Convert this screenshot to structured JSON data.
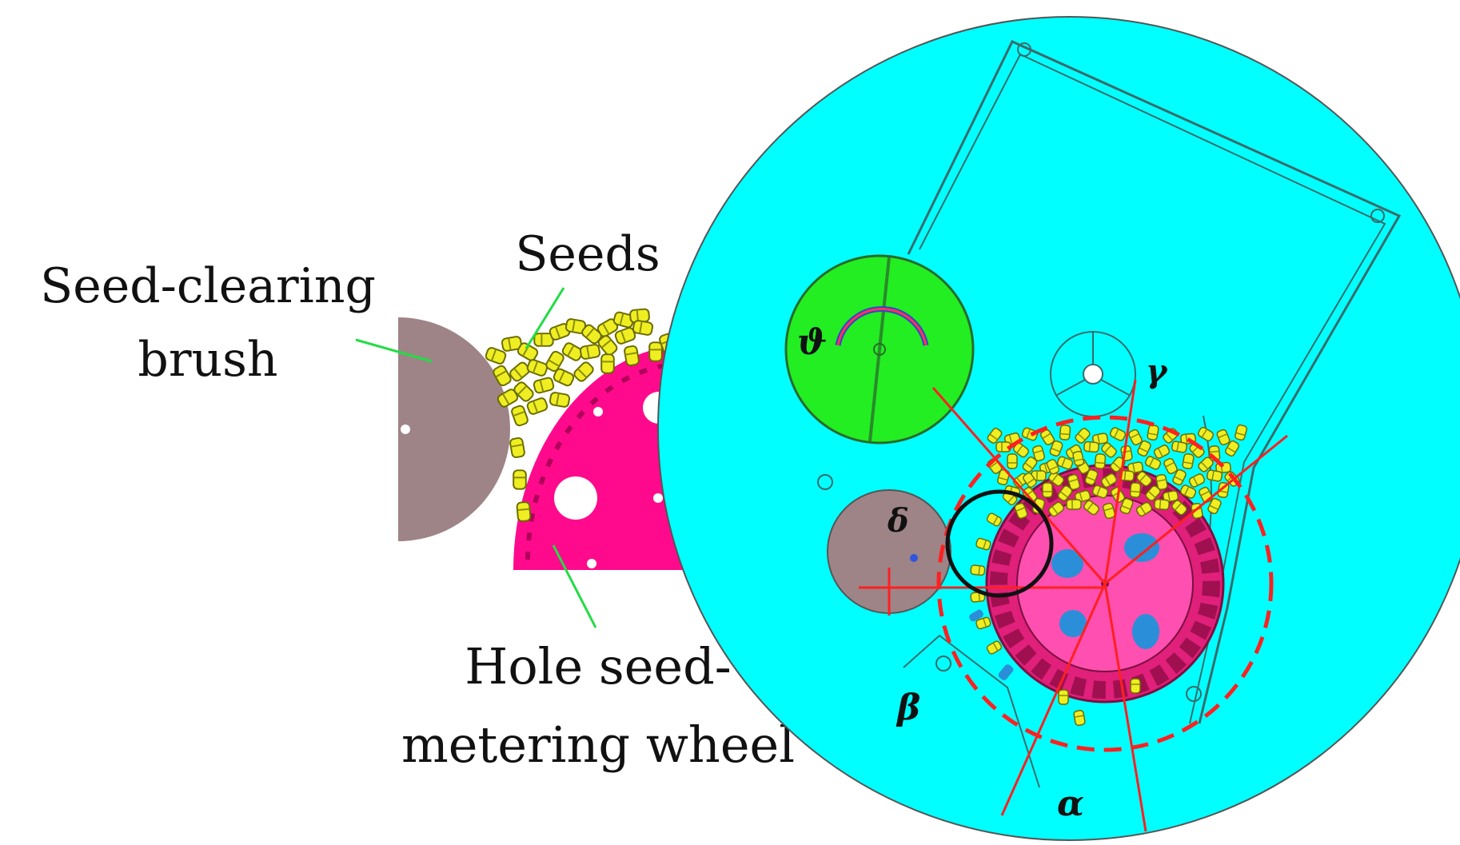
{
  "labels": {
    "seeds": "Seeds",
    "brush_line1": "Seed-clearing",
    "brush_line2": "brush",
    "wheel_line1": "Hole seed-",
    "wheel_line2": "metering wheel"
  },
  "angles": {
    "theta": "ϑ",
    "gamma": "γ",
    "delta": "δ",
    "beta": "β",
    "alpha": "α"
  },
  "colors": {
    "housing": "#00FFFF",
    "seed_chamber": "#22EE22",
    "brush": "#9E8487",
    "wheel": "#FF0A8C",
    "seed": "#EEEE22",
    "leader": "#22DD44",
    "angle_lines": "#FF2020"
  }
}
